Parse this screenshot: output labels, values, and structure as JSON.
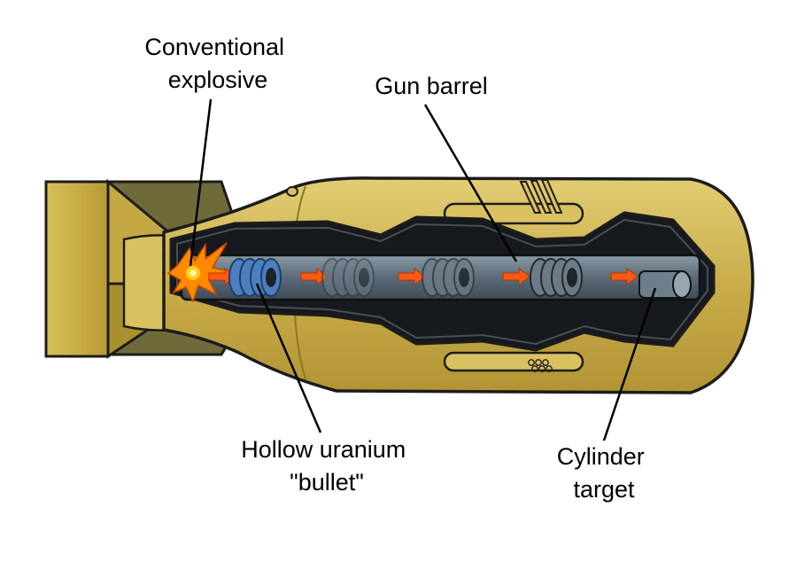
{
  "labels": {
    "conventional_explosive": [
      "Conventional",
      "explosive"
    ],
    "gun_barrel": [
      "Gun barrel"
    ],
    "hollow_bullet": [
      "Hollow uranium",
      "\"bullet\""
    ],
    "cylinder_target": [
      "Cylinder",
      "target"
    ]
  },
  "colors": {
    "body": "#c9ad4a",
    "body_light": "#dcc66a",
    "body_dark": "#a88c2c",
    "outline": "#1c1c1c",
    "cavity": "#161a1e",
    "barrel": "#5b6b78",
    "barrel_light": "#8494a0",
    "bullet_blue": "#4b7fc0",
    "ghost": "#6d7c87",
    "arrow": "#ff5a14",
    "explosion": "#ff8a00"
  },
  "icons": {
    "explosion": "explosion-icon",
    "arrow": "arrow-right-icon"
  }
}
